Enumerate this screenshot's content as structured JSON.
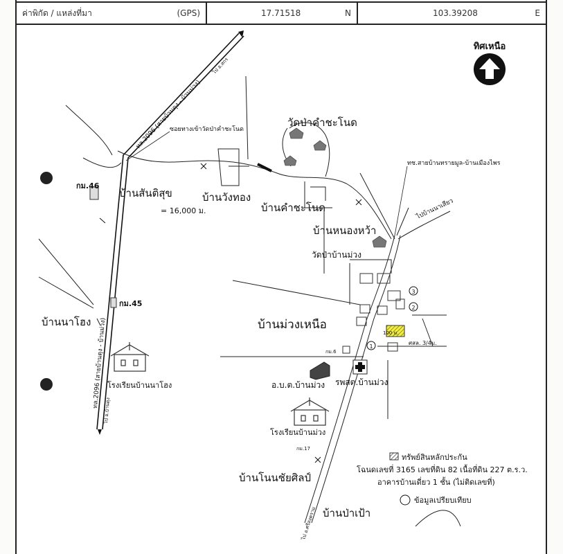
{
  "header": {
    "coord_label": "ค่าพิกัด / แหล่งที่มา",
    "source": "(GPS)",
    "lat": "17.71518",
    "lat_dir": "N",
    "lon": "103.39208",
    "lon_dir": "E"
  },
  "north_label": "ทิศเหนือ",
  "labels": {
    "wat_pa_kham_chanot": "วัดป่าคำชะโนด",
    "road_junction_note": "ซอยทางเข้าวัดป่าคำชะโนด",
    "road_name_right": "ทช.สายบ้านทรายมูล-บ้านเมืองไพร",
    "to_ban_na_sieo": "ไปบ้านนาเสียว",
    "km46": "กม.46",
    "ban_santisuk": "บ้านสันติสุข",
    "distance": "= 16,000 ม.",
    "ban_wang_thong": "บ้านวังทอง",
    "ban_kham_chanot": "บ้านคำชะโนด",
    "ban_nong_wa": "บ้านหนองหว้า",
    "wat_pa_ban_muang": "วัดป่าบ้านม่วง",
    "km45": "กม.45",
    "ban_na_hong": "บ้านนาโฮง",
    "ban_muang_nuea": "บ้านม่วงเหนือ",
    "school_na_hong": "โรงเรียนบ้านนาโฮง",
    "obt": "อ.บ.ต.บ้านม่วง",
    "hospital": "รพสต.บ้านม่วง",
    "school_muang": "โรงเรียนบ้านม่วง",
    "ban_non_chai_sin": "บ้านโนนชัยศิลป์",
    "ban_pa_pao": "บ้านป่าเป้า",
    "km6": "กม.6",
    "km17": "กม.17",
    "distance_100": "100 ม.",
    "ssl": "ศสล. 3/4ม.",
    "highway_top": "ทล.2096 (สายบ้านดุง - บ้านม่วง)",
    "highway_left": "ทล.2096 (สายบ้านดุง - บ้านม่วง)",
    "to_udon": "ไป อ.บ้านดุง",
    "to_top": "ไป อ.สกร",
    "to_south": "ไป อ.ศรีสงคราม"
  },
  "legend": {
    "title": "ทรัพย์สินหลักประกัน",
    "line1": "โฉนดเลขที่ 3165 เลขที่ดิน 82 เนื้อที่ดิน 227  ต.ร.ว.",
    "line2": "อาคารบ้านเดี่ยว 1 ชั้น (ไม่ติดเลขที่)",
    "comparison": "ข้อมูลเปรียบเทียบ"
  },
  "markers": [
    "1",
    "2",
    "3"
  ],
  "colors": {
    "collateral": "#f3ef3a",
    "ink": "#111111"
  }
}
